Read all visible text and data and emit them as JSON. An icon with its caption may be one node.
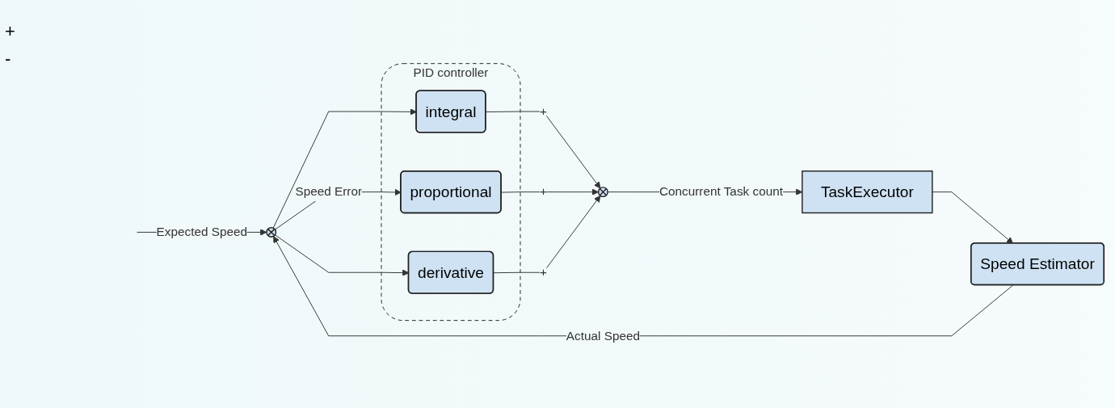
{
  "diagram": {
    "nodes": [
      {
        "text": [],
        "shape": "circle"
      },
      {
        "text": [
          "PID controller"
        ]
      },
      {
        "text": [
          "integral"
        ],
        "in": 1
      },
      {
        "text": [
          "proportional"
        ],
        "in": 1
      },
      {
        "text": [
          "derivative"
        ],
        "in": 1
      },
      {
        "text": [],
        "shape": "circle"
      },
      {
        "text": [
          "TaskExecutor"
        ]
      },
      {
        "text": [
          "Speed Estimator"
        ]
      }
    ],
    "edges": [
      {
        "from": null,
        "to": 0,
        "arrow": "to",
        "label": "Expected Speed"
      },
      {
        "from": 0,
        "to": 2,
        "arrow": "to"
      },
      {
        "from": 0,
        "to": 3,
        "arrow": "to",
        "label": "Speed Error"
      },
      {
        "from": 0,
        "to": 4,
        "arrow": "to"
      },
      {
        "from": 2,
        "to": 5,
        "arrow": "to",
        "label": "+"
      },
      {
        "from": 3,
        "to": 5,
        "arrow": "to",
        "label": "+"
      },
      {
        "from": 4,
        "to": 5,
        "arrow": "to",
        "label": "+"
      },
      {
        "from": 5,
        "to": 6,
        "arrow": "to",
        "label": "Concurrent Task count"
      },
      {
        "from": 6,
        "to": 7,
        "arrow": "to"
      },
      {
        "from": 7,
        "to": 0,
        "arrow": "to",
        "label": "Actual Speed"
      }
    ],
    "labels": [
      "+",
      "-"
    ]
  }
}
